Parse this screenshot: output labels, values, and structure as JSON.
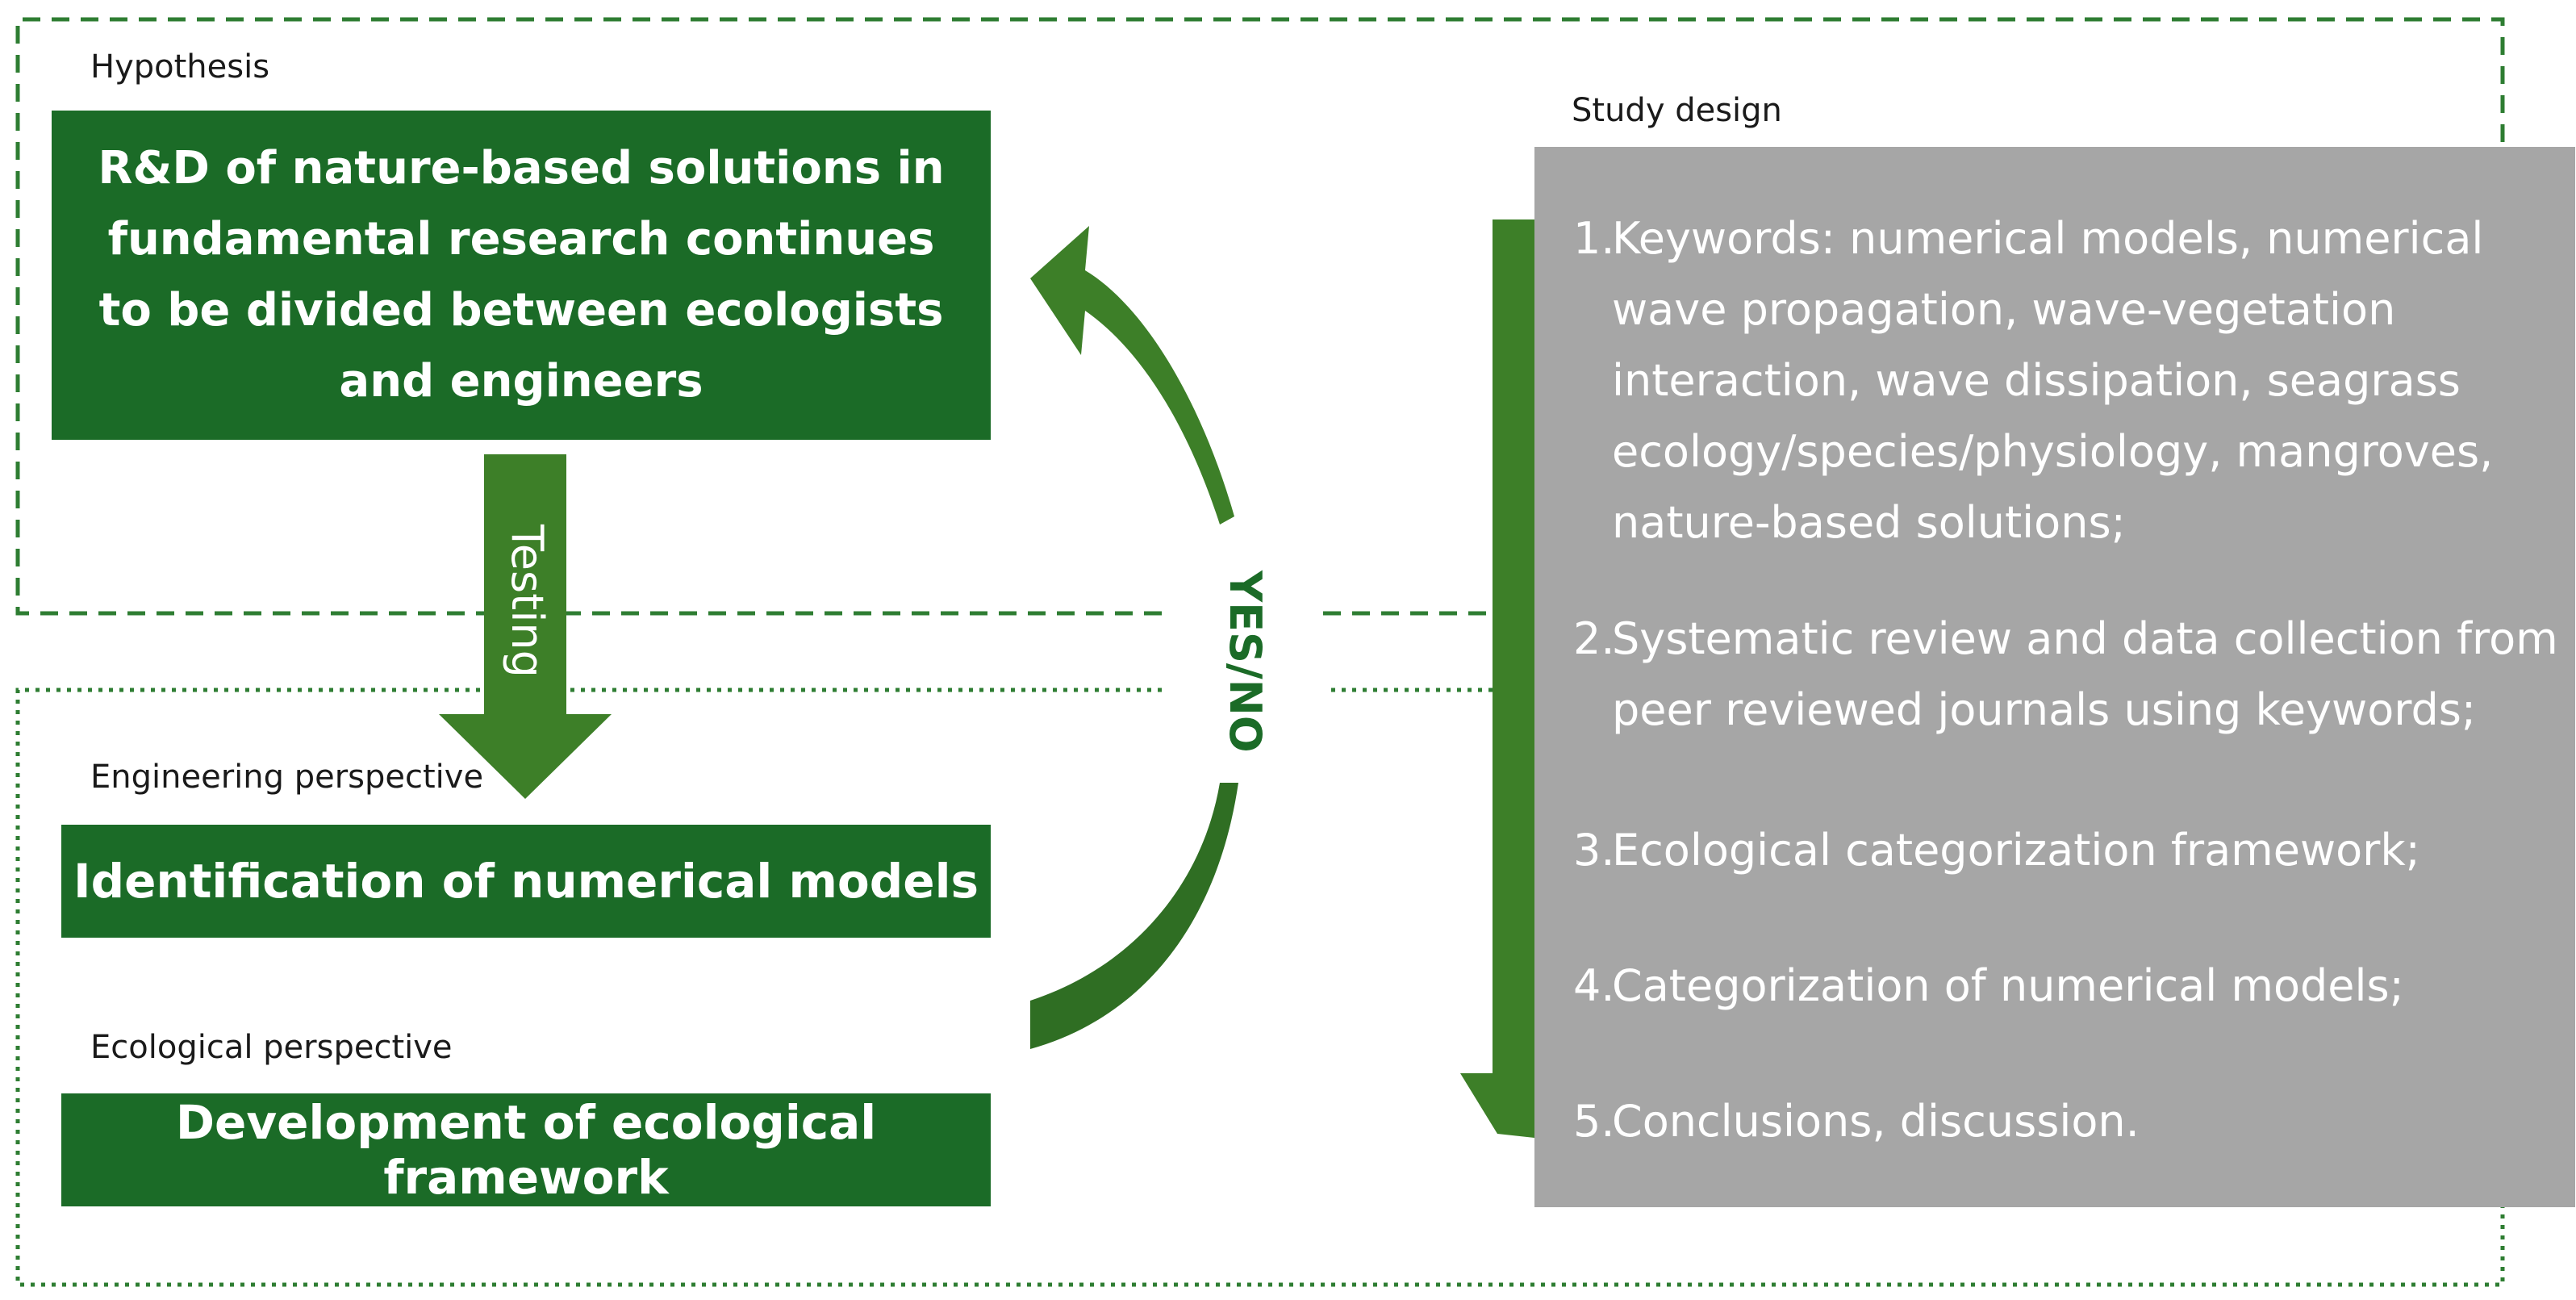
{
  "hypothesis": {
    "label": "Hypothesis",
    "text": "R&D of nature-based solutions in fundamental research continues to be divided between ecologists and engineers"
  },
  "testing": {
    "label": "Testing"
  },
  "yes_no": {
    "label": "YES/NO"
  },
  "engineering": {
    "label": "Engineering perspective",
    "text": "Identification of numerical models"
  },
  "ecological": {
    "label": "Ecological perspective",
    "text": "Development of ecological framework"
  },
  "study_design": {
    "label": "Study design",
    "steps": [
      {
        "num": "1.",
        "text": "Keywords: numerical models, numerical wave propagation, wave-vegetation interaction, wave dissipation, seagrass ecology/species/physiology, mangroves, nature-based solutions;"
      },
      {
        "num": "2.",
        "text": "Systematic review and data collection from peer reviewed journals using keywords;"
      },
      {
        "num": "3.",
        "text": "Ecological categorization framework;"
      },
      {
        "num": "4.",
        "text": "Categorization of numerical models;"
      },
      {
        "num": "5.",
        "text": "Conclusions, discussion."
      }
    ]
  },
  "colors": {
    "dark_green": "#1b6b27",
    "arrow_green": "#3d7f28",
    "dashed_green": "#2e7d32",
    "grey_box": "#a6a6a6"
  }
}
